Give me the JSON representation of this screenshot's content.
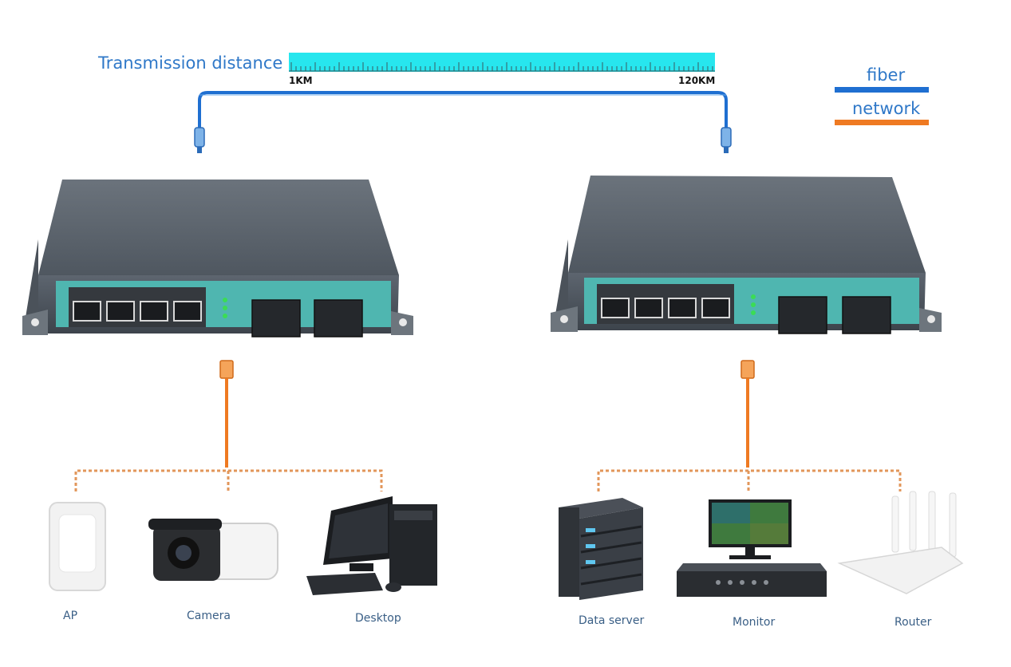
{
  "header": {
    "title": "Transmission distance",
    "ruler_start": "1KM",
    "ruler_end": "120KM"
  },
  "legend": {
    "fiber_label": "fiber",
    "network_label": "network",
    "fiber_color": "#1f6fd1",
    "network_color": "#ef7a22"
  },
  "left_site": {
    "devices": [
      {
        "label": "AP",
        "icon": "access-point-icon"
      },
      {
        "label": "Camera",
        "icon": "bullet-camera-icon"
      },
      {
        "label": "Desktop",
        "icon": "desktop-computer-icon"
      }
    ]
  },
  "right_site": {
    "devices": [
      {
        "label": "Data server",
        "icon": "server-icon"
      },
      {
        "label": "Monitor",
        "icon": "monitor-nvr-icon"
      },
      {
        "label": "Router",
        "icon": "wifi-router-icon"
      }
    ]
  },
  "switch": {
    "accent_color": "#4fb6b0",
    "body_color": "#5a626c"
  }
}
